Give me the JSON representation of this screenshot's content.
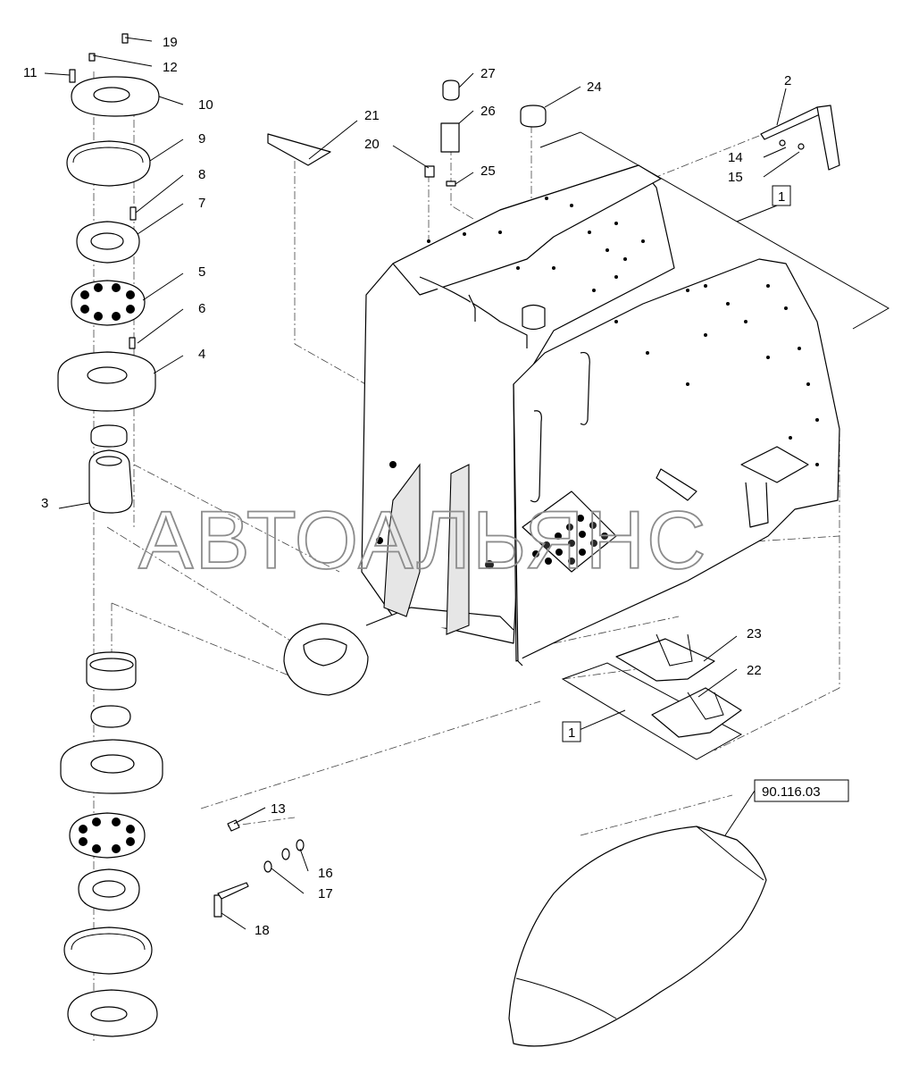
{
  "watermark": "АВТОАЛЬЯНС",
  "callouts": {
    "c1": "1",
    "c1b": "1",
    "c2": "2",
    "c3": "3",
    "c4": "4",
    "c5": "5",
    "c6": "6",
    "c7": "7",
    "c8": "8",
    "c9": "9",
    "c10": "10",
    "c11": "11",
    "c12": "12",
    "c13": "13",
    "c14": "14",
    "c15": "15",
    "c16": "16",
    "c17": "17",
    "c18": "18",
    "c19": "19",
    "c20": "20",
    "c21": "21",
    "c22": "22",
    "c23": "23",
    "c24": "24",
    "c25": "25",
    "c26": "26",
    "c27": "27"
  },
  "reference": "90.116.03"
}
